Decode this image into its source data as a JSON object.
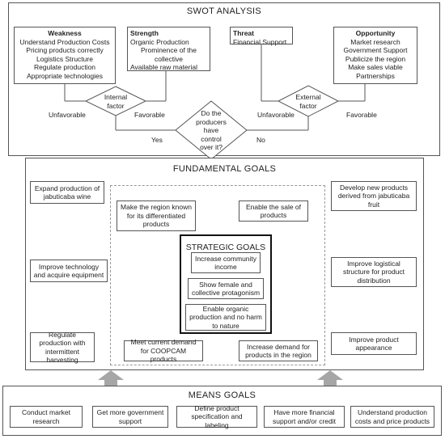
{
  "swot": {
    "title": "SWOT ANALYSIS",
    "weakness": {
      "heading": "Weakness",
      "items": [
        "Understand Production Costs",
        "Pricing products correctly",
        "Logistics Structure",
        "Regulate production",
        "Appropriate technologies"
      ]
    },
    "strength": {
      "heading": "Strength",
      "items": [
        "Organic Production",
        "Prominence of the",
        "collective",
        "Available raw material"
      ]
    },
    "threat": {
      "heading": "Threat",
      "items": [
        "Financial Support"
      ]
    },
    "opportunity": {
      "heading": "Opportunity",
      "items": [
        "Market research",
        "Government Support",
        "Publicize the region",
        "Make sales viable",
        "Partnerships"
      ]
    },
    "internal_factor": [
      "Internal",
      "factor"
    ],
    "external_factor": [
      "External",
      "factor"
    ],
    "control_question": [
      "Do the",
      "producers",
      "have",
      "control",
      "over it?"
    ],
    "unfavorable_left": "Unfavorable",
    "favorable_left": "Favorable",
    "unfavorable_right": "Unfavorable",
    "favorable_right": "Favorable",
    "yes": "Yes",
    "no": "No"
  },
  "fundamental": {
    "title": "FUNDAMENTAL GOALS",
    "left": [
      "Expand production of jabuticaba wine",
      "Improve technology and acquire equipment",
      "Regulate production with intermittent harvesting"
    ],
    "right": [
      "Develop new products derived from jabuticaba fruit",
      "Improve logistical structure for product distribution",
      "Improve product appearance"
    ],
    "inner_top_left": "Make the region known for its differentiated products",
    "inner_top_right": "Enable the sale of products",
    "inner_bottom_left": "Meet current demand for COOPCAM products",
    "inner_bottom_right": "Increase demand for products in the region"
  },
  "strategic": {
    "title": "STRATEGIC GOALS",
    "items": [
      "Increase community income",
      "Show female and collective protagonism",
      "Enable organic production and no harm to nature"
    ]
  },
  "means": {
    "title": "MEANS GOALS",
    "items": [
      "Conduct market research",
      "Get more government support",
      "Define product specification and labeling",
      "Have more financial support  and/or credit",
      "Understand production costs and price products"
    ]
  },
  "colors": {
    "arrow": "#a6a6a6",
    "border": "#555555",
    "strategic_border": "#111111"
  }
}
